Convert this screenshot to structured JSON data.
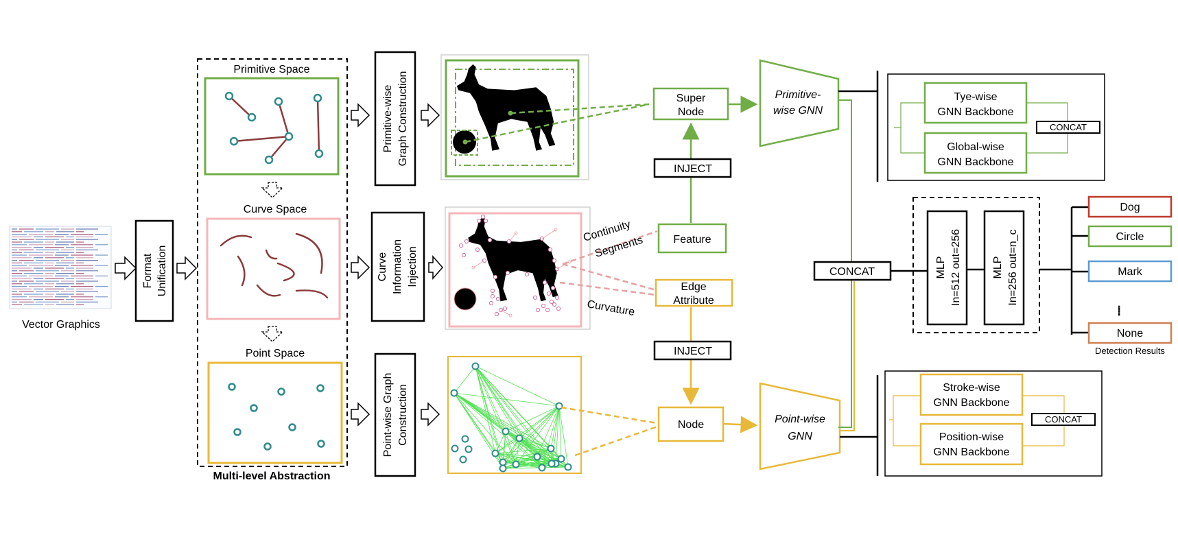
{
  "colors": {
    "green": "#70ad47",
    "pink": "#f4b6b8",
    "pinkDash": "#e8a0a0",
    "yellow": "#e8b838",
    "red": "#c0392b",
    "blue": "#5b9bd5",
    "orange": "#d08050",
    "teal": "#2e8b8b",
    "curve": "#8b3a3a",
    "mesh": "#33dd33",
    "black": "#000000"
  },
  "input": {
    "caption": "Vector Graphics"
  },
  "format": {
    "line1": "Format",
    "line2": "Unification"
  },
  "abstraction": {
    "title": "Multi-level Abstraction",
    "primitive_space": "Primitive Space",
    "curve_space": "Curve Space",
    "point_space": "Point Space"
  },
  "construction": {
    "primitive": {
      "line1": "Primitive-wise",
      "line2": "Graph Construction"
    },
    "curve": {
      "line1": "Curve",
      "line2": "Information",
      "line3": "Injection"
    },
    "point": {
      "line1": "Point-wise Graph",
      "line2": "Construction"
    }
  },
  "nodes": {
    "super_node": {
      "line1": "Super",
      "line2": "Node"
    },
    "feature": "Feature",
    "edge_attribute": {
      "line1": "Edge",
      "line2": "Attribute"
    },
    "node": "Node",
    "inject_top": "INJECT",
    "inject_bottom": "INJECT",
    "continuity": {
      "line1": "Continuity",
      "line2": "Segments"
    },
    "curvature": "Curvature"
  },
  "gnn": {
    "primitive": {
      "line1": "Primitive-",
      "line2": "wise GNN"
    },
    "point": {
      "line1": "Point-wise",
      "line2": "GNN"
    }
  },
  "backbones": {
    "top": {
      "a": {
        "line1": "Tye-wise",
        "line2": "GNN Backbone"
      },
      "b": {
        "line1": "Global-wise",
        "line2": "GNN Backbone"
      },
      "concat": "CONCAT"
    },
    "bottom": {
      "a": {
        "line1": "Stroke-wise",
        "line2": "GNN Backbone"
      },
      "b": {
        "line1": "Position-wise",
        "line2": "GNN Backbone"
      },
      "concat": "CONCAT"
    }
  },
  "head": {
    "concat": "CONCAT",
    "mlp1": {
      "line1": "MLP",
      "line2": "In=512 out=256"
    },
    "mlp2": {
      "line1": "MLP",
      "line2": "In=256 out=n_c"
    }
  },
  "results": {
    "items": [
      "Dog",
      "Circle",
      "Mark",
      "None"
    ],
    "dots": "......",
    "caption": "Detection Results"
  }
}
